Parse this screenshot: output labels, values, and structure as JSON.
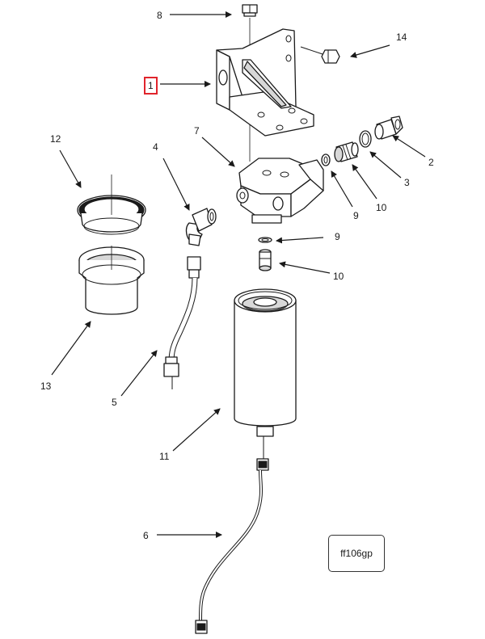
{
  "callouts": [
    {
      "id": "c8",
      "text": "8"
    },
    {
      "id": "c14",
      "text": "14"
    },
    {
      "id": "c1",
      "text": "1"
    },
    {
      "id": "c7",
      "text": "7"
    },
    {
      "id": "c12",
      "text": "12"
    },
    {
      "id": "c4",
      "text": "4"
    },
    {
      "id": "c2",
      "text": "2"
    },
    {
      "id": "c3",
      "text": "3"
    },
    {
      "id": "c9a",
      "text": "9"
    },
    {
      "id": "c10a",
      "text": "10"
    },
    {
      "id": "c9b",
      "text": "9"
    },
    {
      "id": "c10b",
      "text": "10"
    },
    {
      "id": "c13",
      "text": "13"
    },
    {
      "id": "c5",
      "text": "5"
    },
    {
      "id": "c11",
      "text": "11"
    },
    {
      "id": "c6",
      "text": "6"
    }
  ],
  "diagram_code": "ff106gp",
  "highlight_color": "#e0242c"
}
